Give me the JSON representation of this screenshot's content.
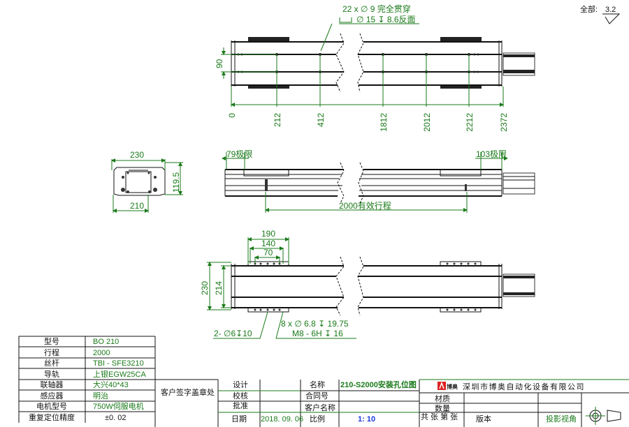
{
  "surface_finish": {
    "label": "全部:",
    "value": "3.2"
  },
  "top_view": {
    "callout_line1": "22 x ∅ 9 完全贯穿",
    "callout_line2": "∅ 15 ↧ 8.6反面",
    "dim_width": "90",
    "positions": [
      "0",
      "212",
      "412",
      "1812",
      "2012",
      "2212",
      "2372"
    ]
  },
  "end_view": {
    "width_top": "230",
    "width_bottom": "210",
    "height": "119.5"
  },
  "side_view": {
    "left_limit": "79极限",
    "right_limit": "103极限",
    "stroke": "2000有效行程"
  },
  "bottom_view": {
    "dim_190": "190",
    "dim_140": "140",
    "dim_70": "70",
    "dim_230": "230",
    "dim_214": "214",
    "hole_note_1": "8 x ∅ 6.8 ↧ 19.75",
    "hole_note_2": "M8 - 6H ↧ 16",
    "pin_note": "2- ∅6↧10"
  },
  "spec_table": [
    {
      "label": "型号",
      "value": "BO 210"
    },
    {
      "label": "行程",
      "value": "2000"
    },
    {
      "label": "丝杆",
      "value": "TBI - SFE3210"
    },
    {
      "label": "导轨",
      "value": "上银EGW25CA"
    },
    {
      "label": "联轴器",
      "value": "大兴40*43"
    },
    {
      "label": "感应器",
      "value": "明治"
    },
    {
      "label": "电机型号",
      "value": "750W伺服电机"
    },
    {
      "label": "重复定位精度",
      "value": "±0. 02"
    }
  ],
  "customer_sign": "客户签字盖章处",
  "title_block": {
    "design": "设计",
    "check": "校核",
    "approve": "批准",
    "date_label": "日期",
    "date": "2018. 09. 06",
    "name_label": "名称",
    "name": "210-S2000安装孔位图",
    "contract_label": "合同号",
    "customer_label": "客户名称",
    "scale_label": "比例",
    "scale": "1: 10",
    "company": "深圳市博奥自动化设备有限公司",
    "logo_text": "博奥",
    "material": "材质",
    "quantity": "数量",
    "sheets": "共 张 第 张",
    "version": "版本",
    "projection": "投影视角"
  }
}
